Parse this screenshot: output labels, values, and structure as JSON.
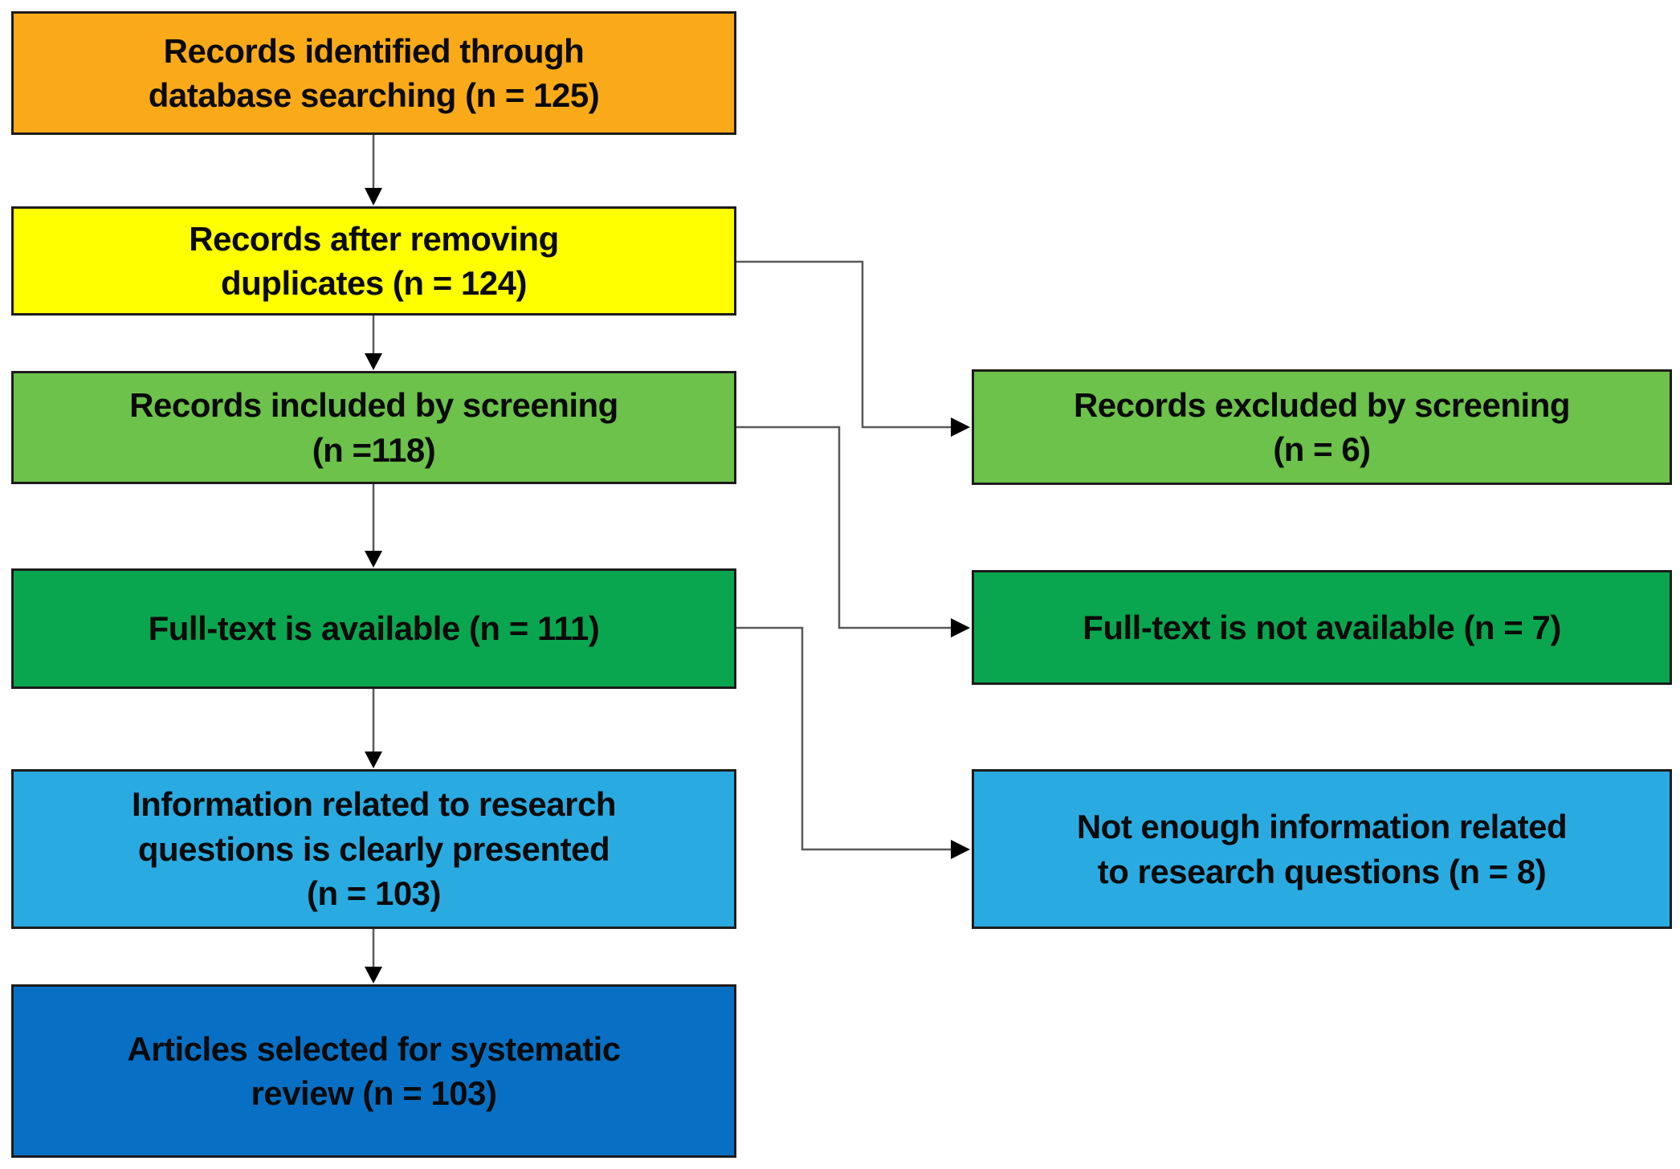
{
  "flow": {
    "nodes": [
      {
        "id": "records-identified",
        "label": "Records identified through\ndatabase searching (n =  125)",
        "n": 125,
        "color": "#FAAA19"
      },
      {
        "id": "duplicates-removed",
        "label": "Records after removing\nduplicates (n =  124)",
        "n": 124,
        "color": "#FFFF00"
      },
      {
        "id": "included-screening",
        "label": "Records included by screening\n(n =118)",
        "n": 118,
        "color": "#6CC24A"
      },
      {
        "id": "fulltext-available",
        "label": "Full-text is available (n =  111)",
        "n": 111,
        "color": "#0AA64F"
      },
      {
        "id": "info-presented",
        "label": "Information related to research\nquestions is clearly presented\n(n =  103)",
        "n": 103,
        "color": "#29ABE2"
      },
      {
        "id": "articles-selected",
        "label": "Articles selected for systematic\nreview (n =  103)",
        "n": 103,
        "color": "#0770C4"
      }
    ],
    "exclusions": [
      {
        "id": "excluded-screening",
        "label": "Records excluded by screening\n(n =  6)",
        "n": 6,
        "color": "#6CC24A"
      },
      {
        "id": "fulltext-unavailable",
        "label": "Full-text is not available (n =  7)",
        "n": 7,
        "color": "#0AA64F"
      },
      {
        "id": "not-enough-info",
        "label": "Not enough information related\nto research questions (n =  8)",
        "n": 8,
        "color": "#29ABE2"
      }
    ],
    "style": {
      "border_color": "#1c1c1c",
      "line_color": "#595959",
      "arrowhead_color": "#000000",
      "text_color": "#0a0a0a",
      "background": "#ffffff"
    }
  }
}
